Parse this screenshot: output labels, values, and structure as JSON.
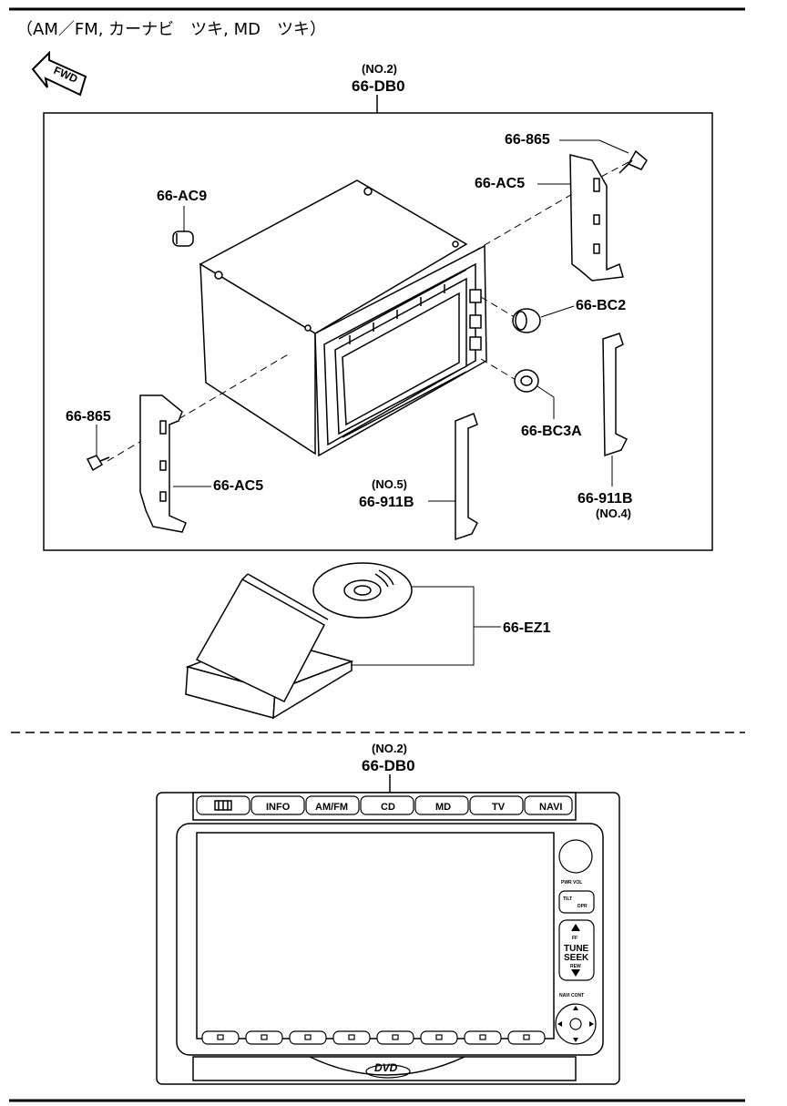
{
  "header": {
    "title": "（AM／FM, カーナビ　ツキ, MD　ツキ）"
  },
  "fwd_label": "FWD",
  "main_unit": {
    "note": "(NO.2)",
    "code": "66-DB0"
  },
  "parts": {
    "screw_top": "66-865",
    "bracket_right": "66-AC5",
    "knob_small": "66-AC9",
    "knob_bc2": "66-BC2",
    "knob_bc3a": "66-BC3A",
    "screw_left": "66-865",
    "bracket_left": "66-AC5",
    "strip_no5_note": "(NO.5)",
    "strip_no5_code": "66-911B",
    "strip_no4_code": "66-911B",
    "strip_no4_note": "(NO.4)",
    "disc_kit": "66-EZ1"
  },
  "front_view": {
    "note": "(NO.2)",
    "code": "66-DB0",
    "top_buttons": [
      "INFO",
      "AM/FM",
      "CD",
      "MD",
      "TV",
      "NAVI"
    ],
    "side_labels": {
      "pwr_vol": "PWR VOL",
      "tilt": "TILT",
      "dpr": "DPR",
      "ff": "FF",
      "tune": "TUNE",
      "seek": "SEEK",
      "rew": "REW",
      "navi_cont": "NAVI CONT"
    },
    "dvd_logo": "DVD"
  }
}
